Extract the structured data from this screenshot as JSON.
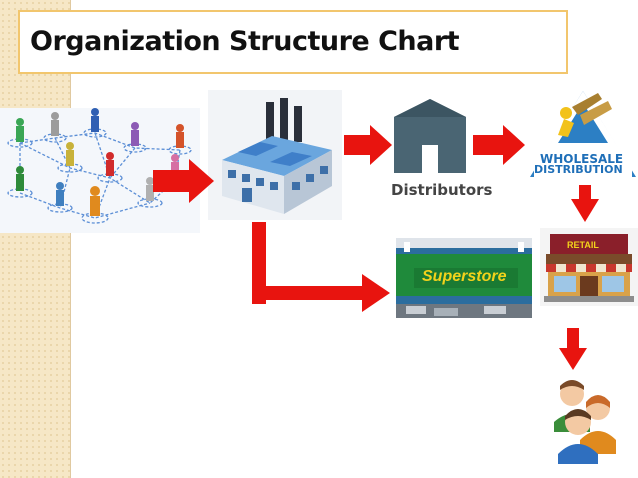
{
  "slide": {
    "title": "Organization Structure Chart"
  },
  "nodes": {
    "distributors_label": "Distributors",
    "wholesale_label_line1": "WHOLESALE",
    "wholesale_label_line2": "DISTRIBUTION",
    "superstore_sign": "Superstore",
    "retail_sign": "RETAIL"
  },
  "colors": {
    "arrow": "#e8140f",
    "title_border": "#f2c66d",
    "side_band": "#f6e7c6"
  }
}
